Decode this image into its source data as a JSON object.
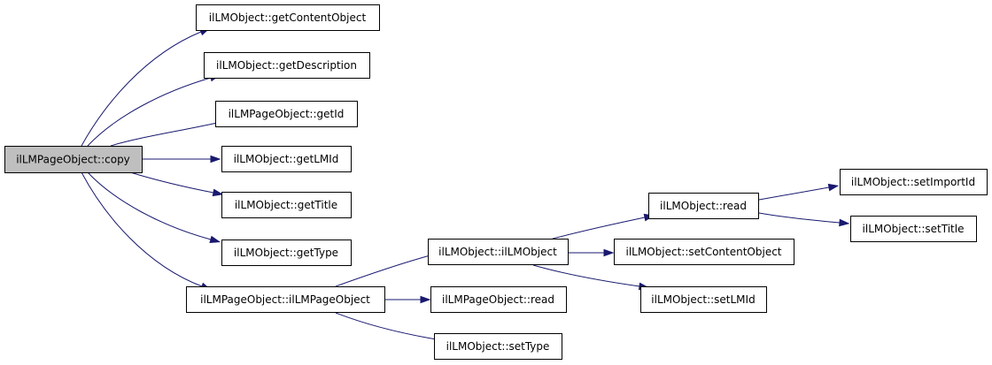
{
  "diagram": {
    "root": "ilLMPageObject::copy",
    "nodes": [
      {
        "id": "root",
        "label": "ilLMPageObject::copy",
        "root": true
      },
      {
        "id": "n1",
        "label": "ilLMObject::getContentObject"
      },
      {
        "id": "n2",
        "label": "ilLMObject::getDescription"
      },
      {
        "id": "n3",
        "label": "ilLMPageObject::getId"
      },
      {
        "id": "n4",
        "label": "ilLMObject::getLMId"
      },
      {
        "id": "n5",
        "label": "ilLMObject::getTitle"
      },
      {
        "id": "n6",
        "label": "ilLMObject::getType"
      },
      {
        "id": "n7",
        "label": "ilLMPageObject::ilLMPageObject"
      },
      {
        "id": "n8",
        "label": "ilLMObject::ilLMObject"
      },
      {
        "id": "n9",
        "label": "ilLMPageObject::read"
      },
      {
        "id": "n10",
        "label": "ilLMObject::setType"
      },
      {
        "id": "n11",
        "label": "ilLMObject::read"
      },
      {
        "id": "n12",
        "label": "ilLMObject::setContentObject"
      },
      {
        "id": "n13",
        "label": "ilLMObject::setLMId"
      },
      {
        "id": "n14",
        "label": "ilLMObject::setImportId"
      },
      {
        "id": "n15",
        "label": "ilLMObject::setTitle"
      }
    ],
    "edges": [
      {
        "from": "root",
        "to": "n1"
      },
      {
        "from": "root",
        "to": "n2"
      },
      {
        "from": "root",
        "to": "n3"
      },
      {
        "from": "root",
        "to": "n4"
      },
      {
        "from": "root",
        "to": "n5"
      },
      {
        "from": "root",
        "to": "n6"
      },
      {
        "from": "root",
        "to": "n7"
      },
      {
        "from": "n7",
        "to": "n8"
      },
      {
        "from": "n7",
        "to": "n9"
      },
      {
        "from": "n7",
        "to": "n10"
      },
      {
        "from": "n8",
        "to": "n11"
      },
      {
        "from": "n8",
        "to": "n12"
      },
      {
        "from": "n8",
        "to": "n13"
      },
      {
        "from": "n11",
        "to": "n14"
      },
      {
        "from": "n11",
        "to": "n15"
      }
    ]
  }
}
